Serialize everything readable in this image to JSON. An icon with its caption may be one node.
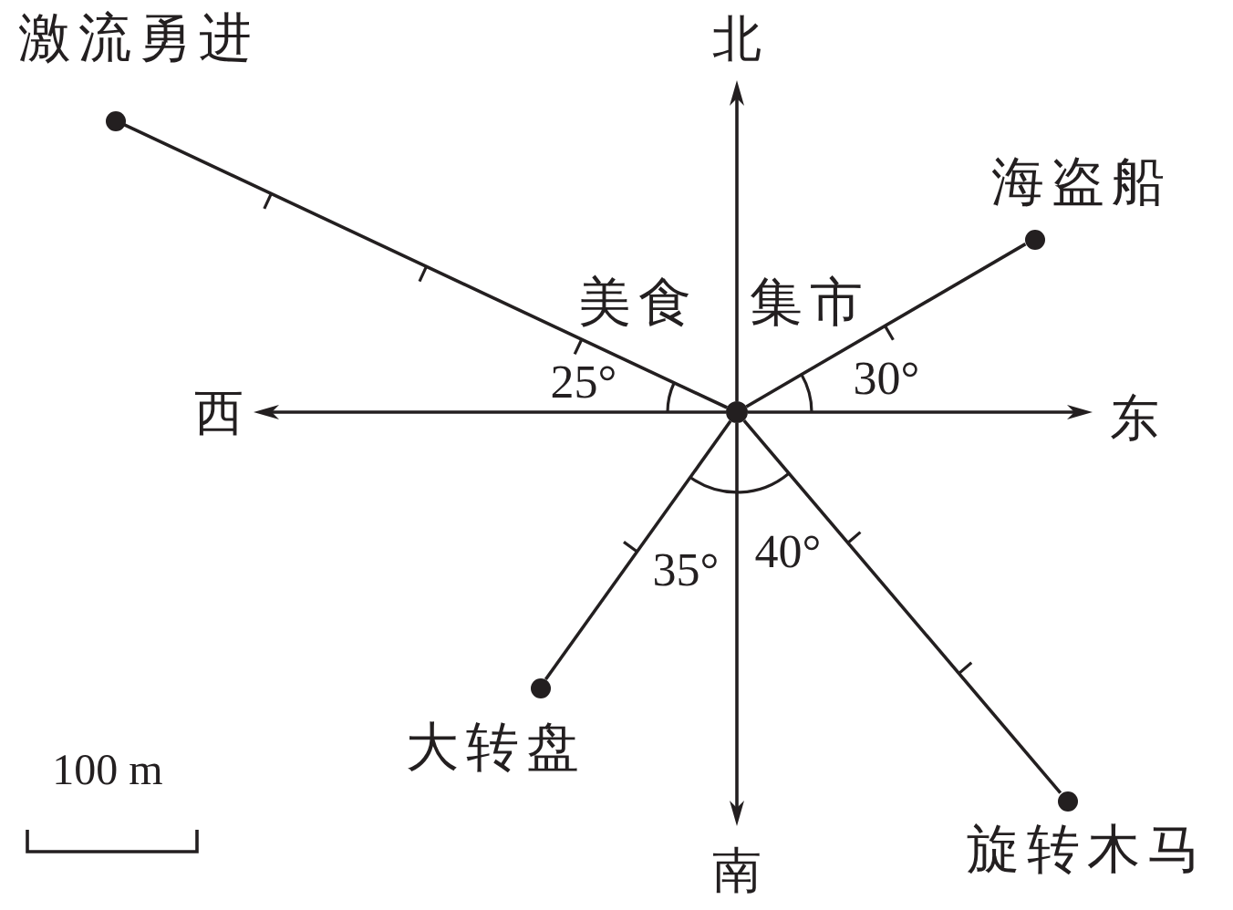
{
  "diagram": {
    "nodes": [
      {
        "text": [],
        "shape": "circle",
        "beside": [
          "激流勇进"
        ]
      },
      {
        "text": [],
        "shape": "circle",
        "beside": [
          "海盗船"
        ]
      },
      {
        "text": [],
        "shape": "circle",
        "beside": [
          "美食",
          "集市"
        ]
      },
      {
        "text": [],
        "shape": "circle",
        "beside": [
          "大转盘"
        ]
      },
      {
        "text": [],
        "shape": "circle",
        "beside": [
          "旋转木马"
        ]
      }
    ],
    "edges": [
      {
        "from": 2,
        "to": 0,
        "arrow": "none"
      },
      {
        "from": 2,
        "to": 1,
        "arrow": "none"
      },
      {
        "from": 2,
        "to": 3,
        "arrow": "none"
      },
      {
        "from": 2,
        "to": 4,
        "arrow": "none"
      }
    ],
    "labels": [
      "北",
      "25°",
      "30°",
      "西",
      "东",
      "35°",
      "40°",
      "100 m",
      "南"
    ]
  }
}
